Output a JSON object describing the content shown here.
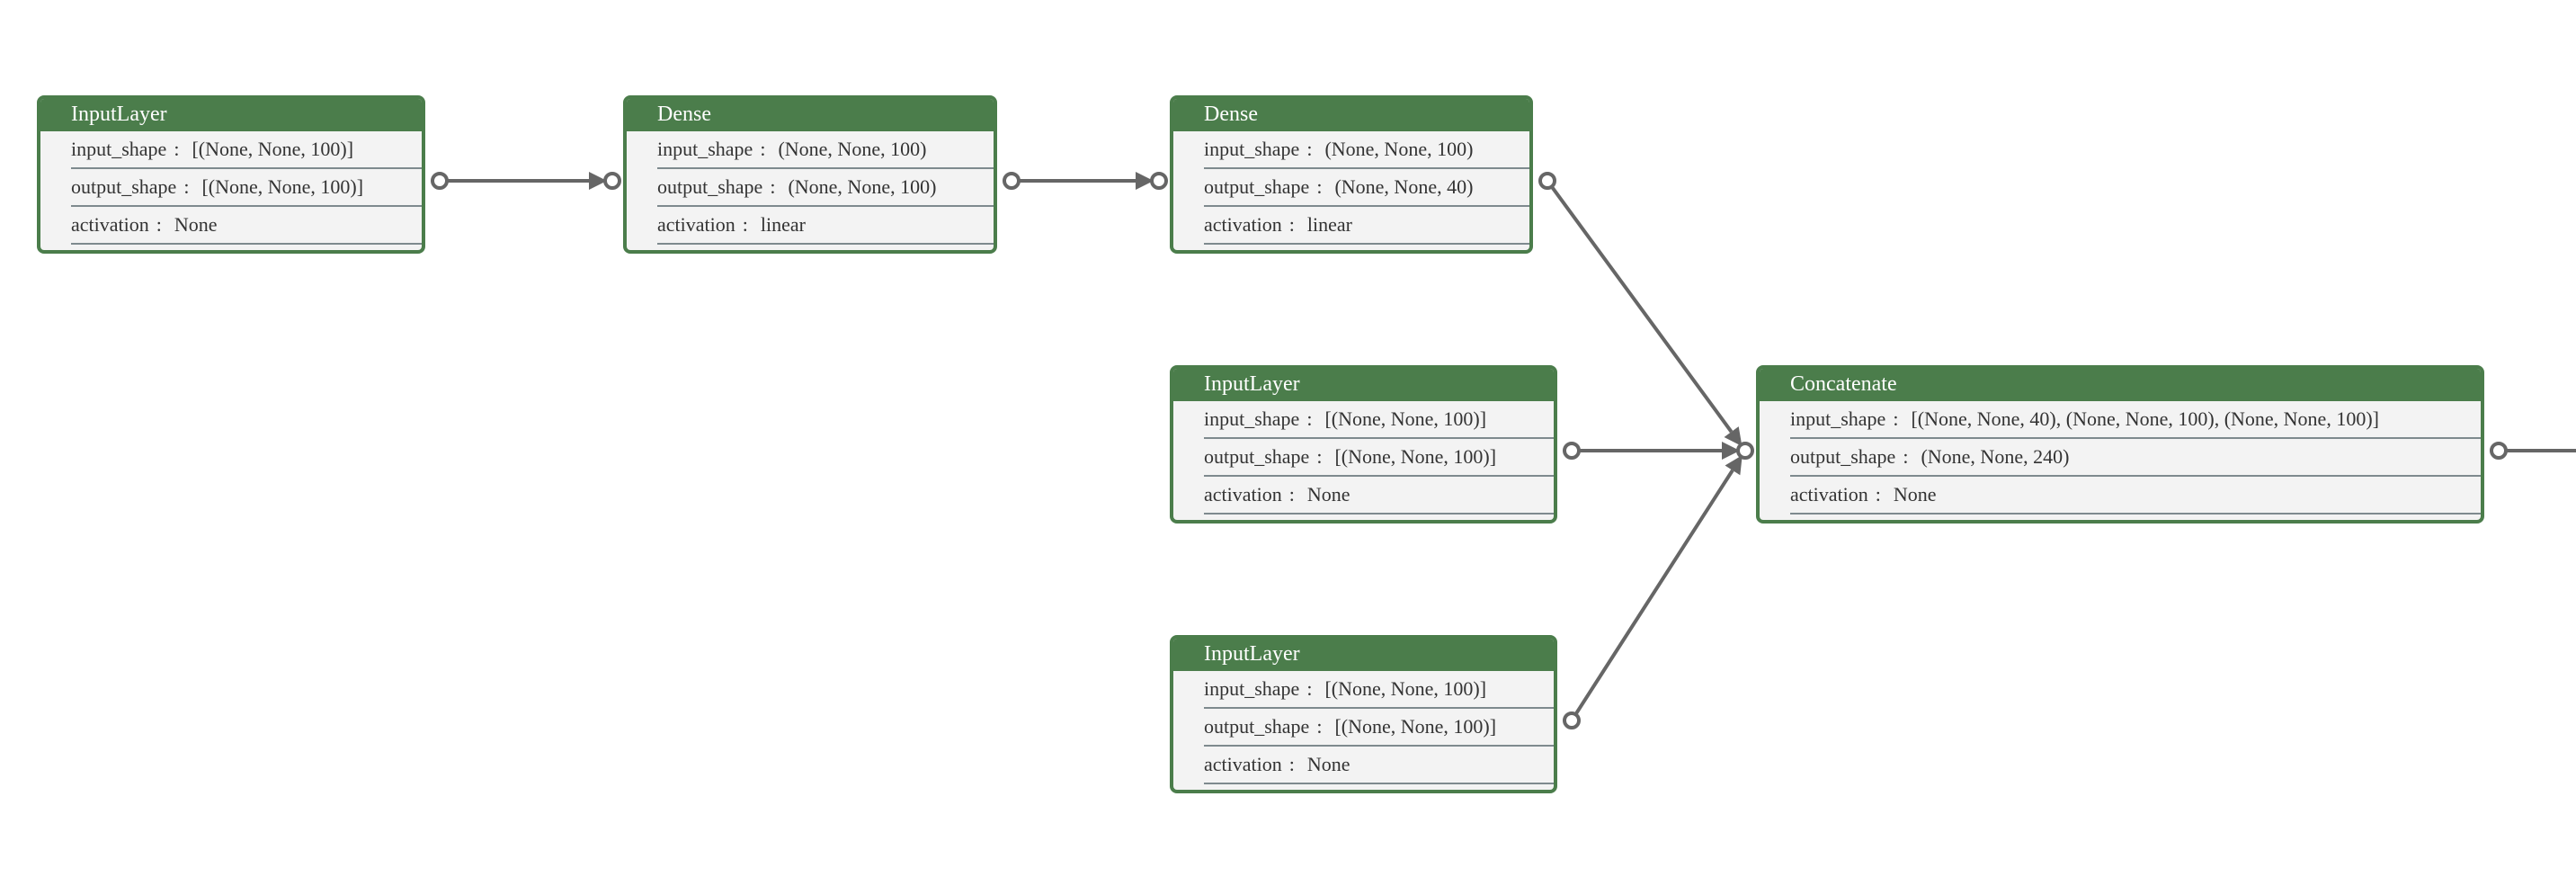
{
  "colors": {
    "node_border": "#4b7d4b",
    "node_header": "#4b7d4b",
    "node_body": "#f3f3f3",
    "edge": "#666666",
    "separator": "#7e8a8e"
  },
  "attr_separator": ":",
  "nodes": [
    {
      "id": "n1",
      "title": "InputLayer",
      "attrs": [
        {
          "key": "input_shape",
          "value": "[(None, None, 100)]"
        },
        {
          "key": "output_shape",
          "value": "[(None, None, 100)]"
        },
        {
          "key": "activation",
          "value": "None"
        }
      ]
    },
    {
      "id": "n2",
      "title": "Dense",
      "attrs": [
        {
          "key": "input_shape",
          "value": "(None, None, 100)"
        },
        {
          "key": "output_shape",
          "value": "(None, None, 100)"
        },
        {
          "key": "activation",
          "value": "linear"
        }
      ]
    },
    {
      "id": "n3",
      "title": "Dense",
      "attrs": [
        {
          "key": "input_shape",
          "value": "(None, None, 100)"
        },
        {
          "key": "output_shape",
          "value": "(None, None, 40)"
        },
        {
          "key": "activation",
          "value": "linear"
        }
      ]
    },
    {
      "id": "n4",
      "title": "InputLayer",
      "attrs": [
        {
          "key": "input_shape",
          "value": "[(None, None, 100)]"
        },
        {
          "key": "output_shape",
          "value": "[(None, None, 100)]"
        },
        {
          "key": "activation",
          "value": "None"
        }
      ]
    },
    {
      "id": "n5",
      "title": "InputLayer",
      "attrs": [
        {
          "key": "input_shape",
          "value": "[(None, None, 100)]"
        },
        {
          "key": "output_shape",
          "value": "[(None, None, 100)]"
        },
        {
          "key": "activation",
          "value": "None"
        }
      ]
    },
    {
      "id": "n6",
      "title": "Concatenate",
      "attrs": [
        {
          "key": "input_shape",
          "value": "[(None, None, 40), (None, None, 100), (None, None, 100)]"
        },
        {
          "key": "output_shape",
          "value": "(None, None, 240)"
        },
        {
          "key": "activation",
          "value": "None"
        }
      ]
    }
  ],
  "edges": [
    {
      "from": "n1",
      "to": "n2"
    },
    {
      "from": "n2",
      "to": "n3"
    },
    {
      "from": "n3",
      "to": "n6"
    },
    {
      "from": "n4",
      "to": "n6"
    },
    {
      "from": "n5",
      "to": "n6"
    },
    {
      "from": "n6",
      "to": "offscreen"
    }
  ]
}
